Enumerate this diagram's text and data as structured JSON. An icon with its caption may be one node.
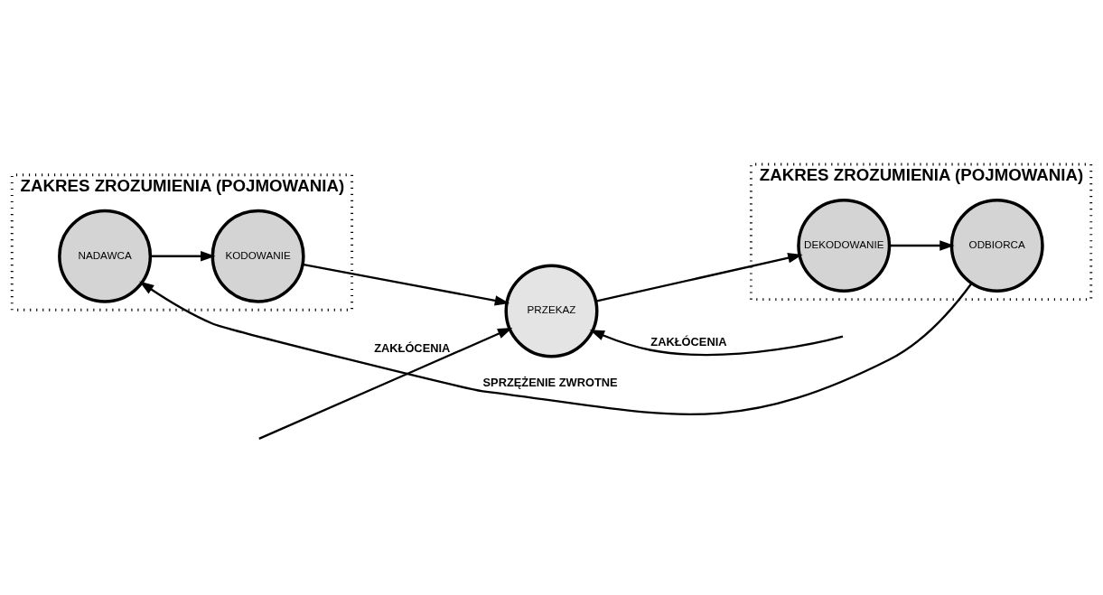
{
  "diagram": {
    "nodes": [
      {
        "text": [
          "ZAKRES ZROZUMIENIA (POJMOWANIA)"
        ]
      },
      {
        "text": [
          "NADAWCA"
        ],
        "in": 0
      },
      {
        "text": [
          "KODOWANIE"
        ],
        "in": 0
      },
      {
        "text": [
          "PRZEKAZ"
        ]
      },
      {
        "text": [
          "ZAKRES ZROZUMIENIA (POJMOWANIA)"
        ]
      },
      {
        "text": [
          "DEKODOWANIE"
        ],
        "in": 4
      },
      {
        "text": [
          "ODBIORCA"
        ],
        "in": 4
      }
    ],
    "edges": [
      {
        "from": 1,
        "to": 2,
        "arrow": "to"
      },
      {
        "from": 2,
        "to": 3,
        "arrow": "to"
      },
      {
        "from": 3,
        "to": 5,
        "arrow": "to"
      },
      {
        "from": 5,
        "to": 6,
        "arrow": "to"
      },
      {
        "from": 6,
        "to": 1,
        "arrow": "to",
        "label": "SPRZĘŻENIE ZWROTNE"
      },
      {
        "from": null,
        "to": 3,
        "arrow": "to",
        "label": "ZAKŁÓCENIA"
      },
      {
        "from": null,
        "to": 3,
        "arrow": "to",
        "label": "ZAKŁÓCENIA"
      }
    ]
  }
}
